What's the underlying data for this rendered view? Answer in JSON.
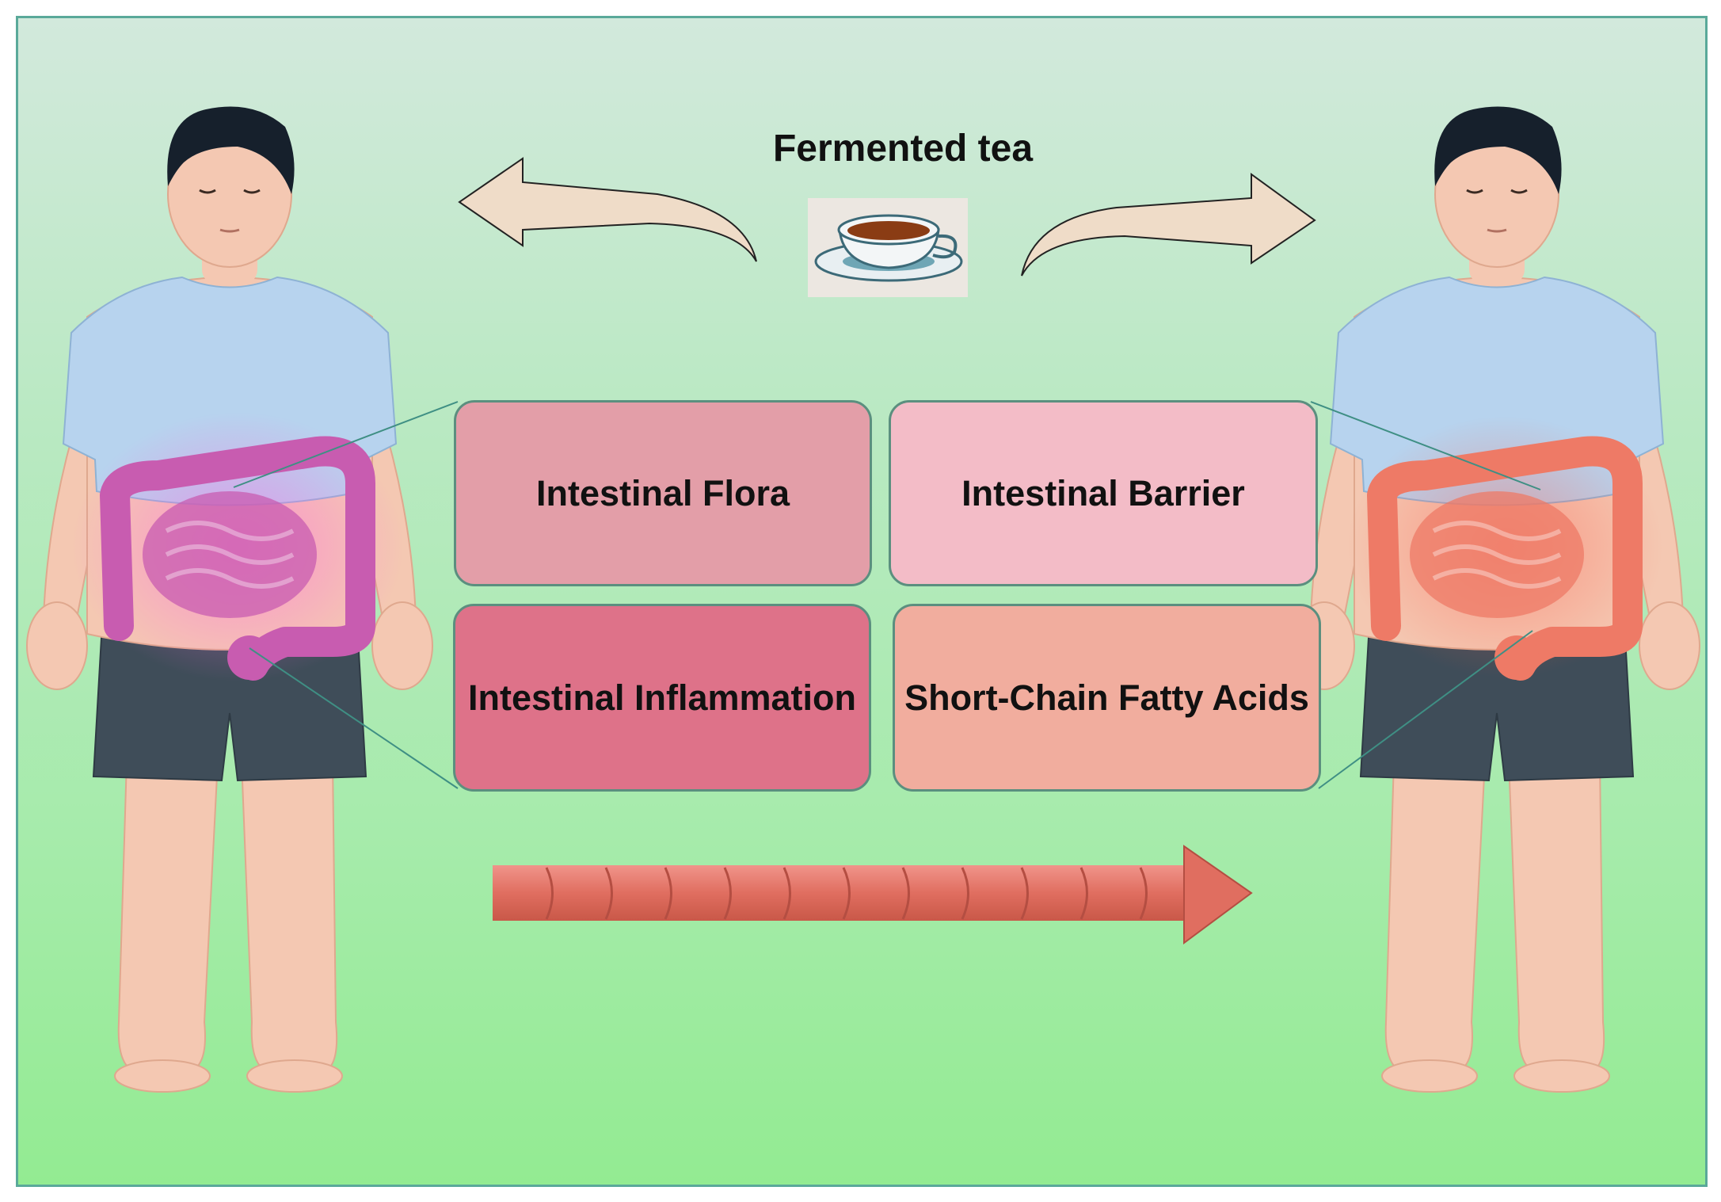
{
  "title": "Fermented tea",
  "boxes": {
    "flora": {
      "label": "Intestinal Flora",
      "color": "#e39ea8"
    },
    "barrier": {
      "label": "Intestinal Barrier",
      "color": "#f3bcc7"
    },
    "inflam": {
      "label": "Intestinal Inflammation",
      "color": "#de7289"
    },
    "scfa": {
      "label": "Short-Chain Fatty Acids",
      "color": "#f1ad9e"
    }
  },
  "colors": {
    "background_top": "#d2e9dc",
    "background_bottom": "#93eb92",
    "arrow_fill": "#efdcc8",
    "intestine_before": "#c85cb0",
    "intestine_after": "#ee7a66",
    "progress_arrow": "#e06e60"
  },
  "icons": [
    "tea-cup-icon",
    "person-before-icon",
    "person-after-icon",
    "intestine-icon"
  ]
}
